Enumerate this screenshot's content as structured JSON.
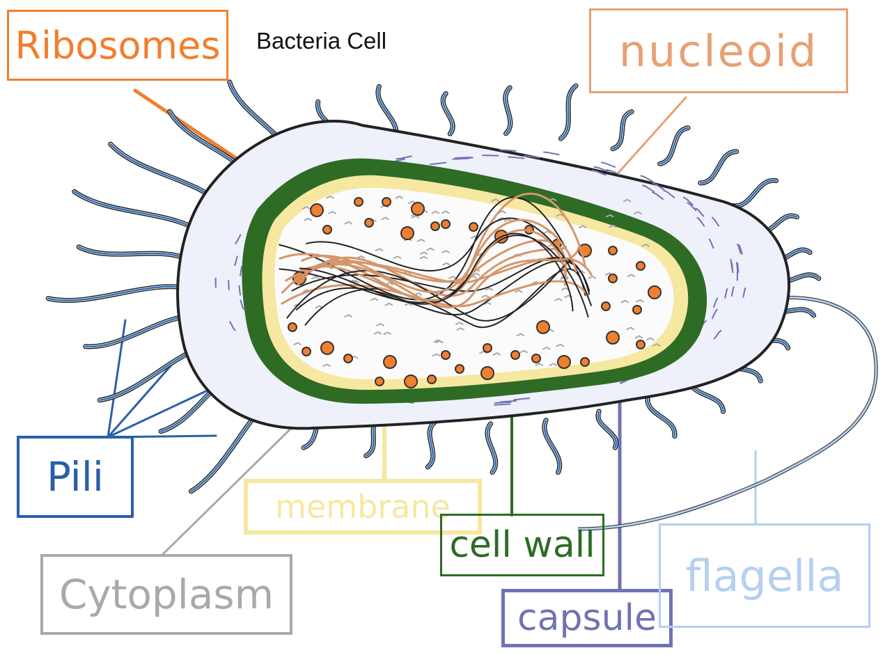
{
  "title": "Bacteria Cell",
  "labels": {
    "ribosomes": "Ribosomes",
    "nucleoid": "nucleoid",
    "pili": "Pili",
    "membrane": "membrane",
    "cell_wall": "cell wall",
    "cytoplasm": "Cytoplasm",
    "capsule": "capsule",
    "flagella": "flagella"
  },
  "colors": {
    "ribosomes": "#f07f2e",
    "nucleoid": "#e6a173",
    "pili": "#2a5fa8",
    "membrane": "#f6e7a1",
    "cell_wall": "#2e6b25",
    "cytoplasm": "#a9a9a9",
    "capsule": "#6f73b2",
    "flagella": "#b6cff0",
    "capsule_fill": "#eef0fa",
    "cell_wall_fill": "#2e6b25",
    "dna_dark": "#222222",
    "dna_light": "#d4956b",
    "outline": "#222222",
    "pili_stroke": "#2f6fb8"
  }
}
